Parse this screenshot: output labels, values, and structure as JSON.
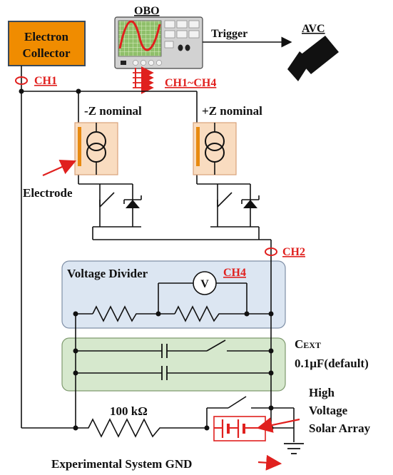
{
  "diagram": {
    "electron_collector": {
      "line1": "Electron",
      "line2": "Collector"
    },
    "obo": {
      "label": "OBO"
    },
    "trigger": {
      "label": "Trigger"
    },
    "avc": {
      "label": "AVC"
    },
    "channels": {
      "ch1": "CH1",
      "ch1_ch4": "CH1~CH4",
      "ch2": "CH2",
      "ch4": "CH4"
    },
    "sources": {
      "minus_z": "-Z nominal",
      "plus_z": "+Z nominal"
    },
    "electrode": {
      "label": "Electrode"
    },
    "voltage_divider": {
      "label": "Voltage Divider",
      "meter_symbol": "V"
    },
    "cext": {
      "label_big": "C",
      "label_small": "EXT",
      "value": "0.1µF(default)"
    },
    "resistor": {
      "label": "100 kΩ"
    },
    "solar_array": {
      "line1": "High",
      "line2": "Voltage",
      "line3": "Solar Array"
    },
    "ground": {
      "label": "Experimental System GND"
    },
    "colors": {
      "collector_fill": "#f08c00",
      "collector_border": "#3a4a5c",
      "source_box_fill": "#f9dcc0",
      "source_box_border": "#d9a27a",
      "electrode_strip": "#e88a10",
      "divider_fill": "#dce6f2",
      "divider_border": "#7f8fa6",
      "cext_fill": "#d6e8cd",
      "cext_border": "#7f9a6f",
      "accent_red": "#e0201e",
      "wire": "#111111"
    }
  }
}
